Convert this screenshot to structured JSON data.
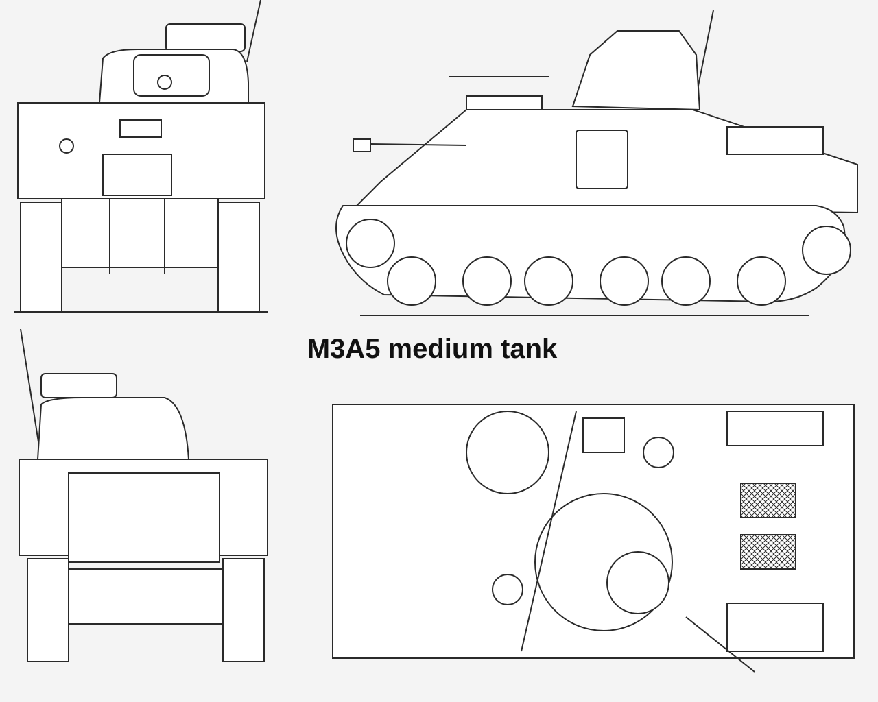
{
  "title": "M3A5 medium tank",
  "views": [
    "front-view",
    "side-view",
    "rear-view",
    "top-view"
  ],
  "colors": {
    "line": "#2a2a2a",
    "background": "#f4f4f4",
    "panel": "#ffffff"
  }
}
